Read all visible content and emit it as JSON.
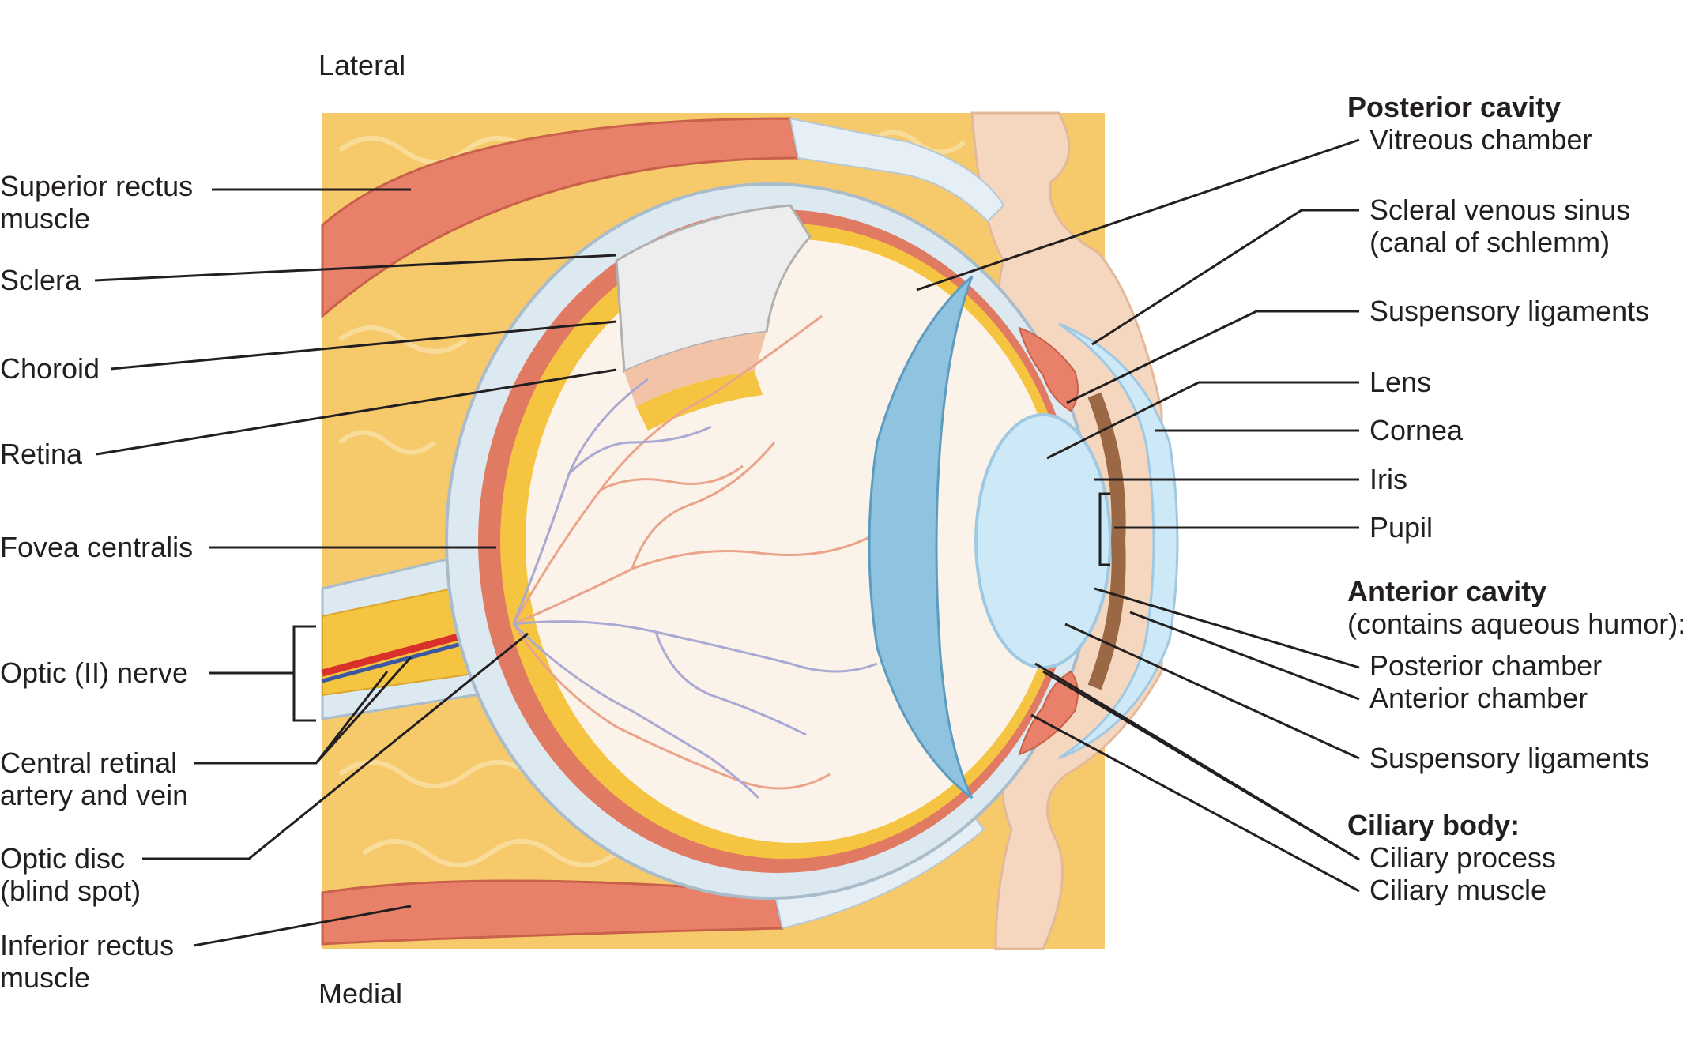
{
  "orientation": {
    "top": "Lateral",
    "bottom": "Medial"
  },
  "left_labels": {
    "superior_rectus": [
      "Superior rectus",
      "muscle"
    ],
    "sclera": "Sclera",
    "choroid": "Choroid",
    "retina": "Retina",
    "fovea": "Fovea centralis",
    "optic_nerve": "Optic (II) nerve",
    "central_retinal": [
      "Central retinal",
      "artery and vein"
    ],
    "optic_disc": [
      "Optic disc",
      "(blind spot)"
    ],
    "inferior_rectus": [
      "Inferior rectus",
      "muscle"
    ]
  },
  "right_labels": {
    "posterior_cavity_header": "Posterior cavity",
    "vitreous": "Vitreous chamber",
    "scleral_sinus": [
      "Scleral venous sinus",
      "(canal of schlemm)"
    ],
    "suspensory_top": "Suspensory ligaments",
    "lens": "Lens",
    "cornea": "Cornea",
    "iris": "Iris",
    "pupil": "Pupil",
    "anterior_cavity_header": "Anterior cavity",
    "anterior_cavity_sub": "(contains aqueous humor):",
    "posterior_chamber": "Posterior chamber",
    "anterior_chamber": "Anterior chamber",
    "suspensory_bottom": "Suspensory ligaments",
    "ciliary_body_header": "Ciliary body:",
    "ciliary_process": "Ciliary process",
    "ciliary_muscle": "Ciliary muscle"
  },
  "colors": {
    "fat": "#f6c96b",
    "muscle": "#e8806a",
    "sclera": "#dce9f1",
    "choroid_stroke": "#e07a62",
    "retina_yellow": "#f5c542",
    "vitreous": "#fbf3ea",
    "lens": "#cde8f6",
    "ciliary_blue": "#8fc3df",
    "iris_brown": "#9a6845",
    "skin": "#f5d7c0",
    "artery": "#d9302a",
    "vein": "#3b57a3"
  }
}
